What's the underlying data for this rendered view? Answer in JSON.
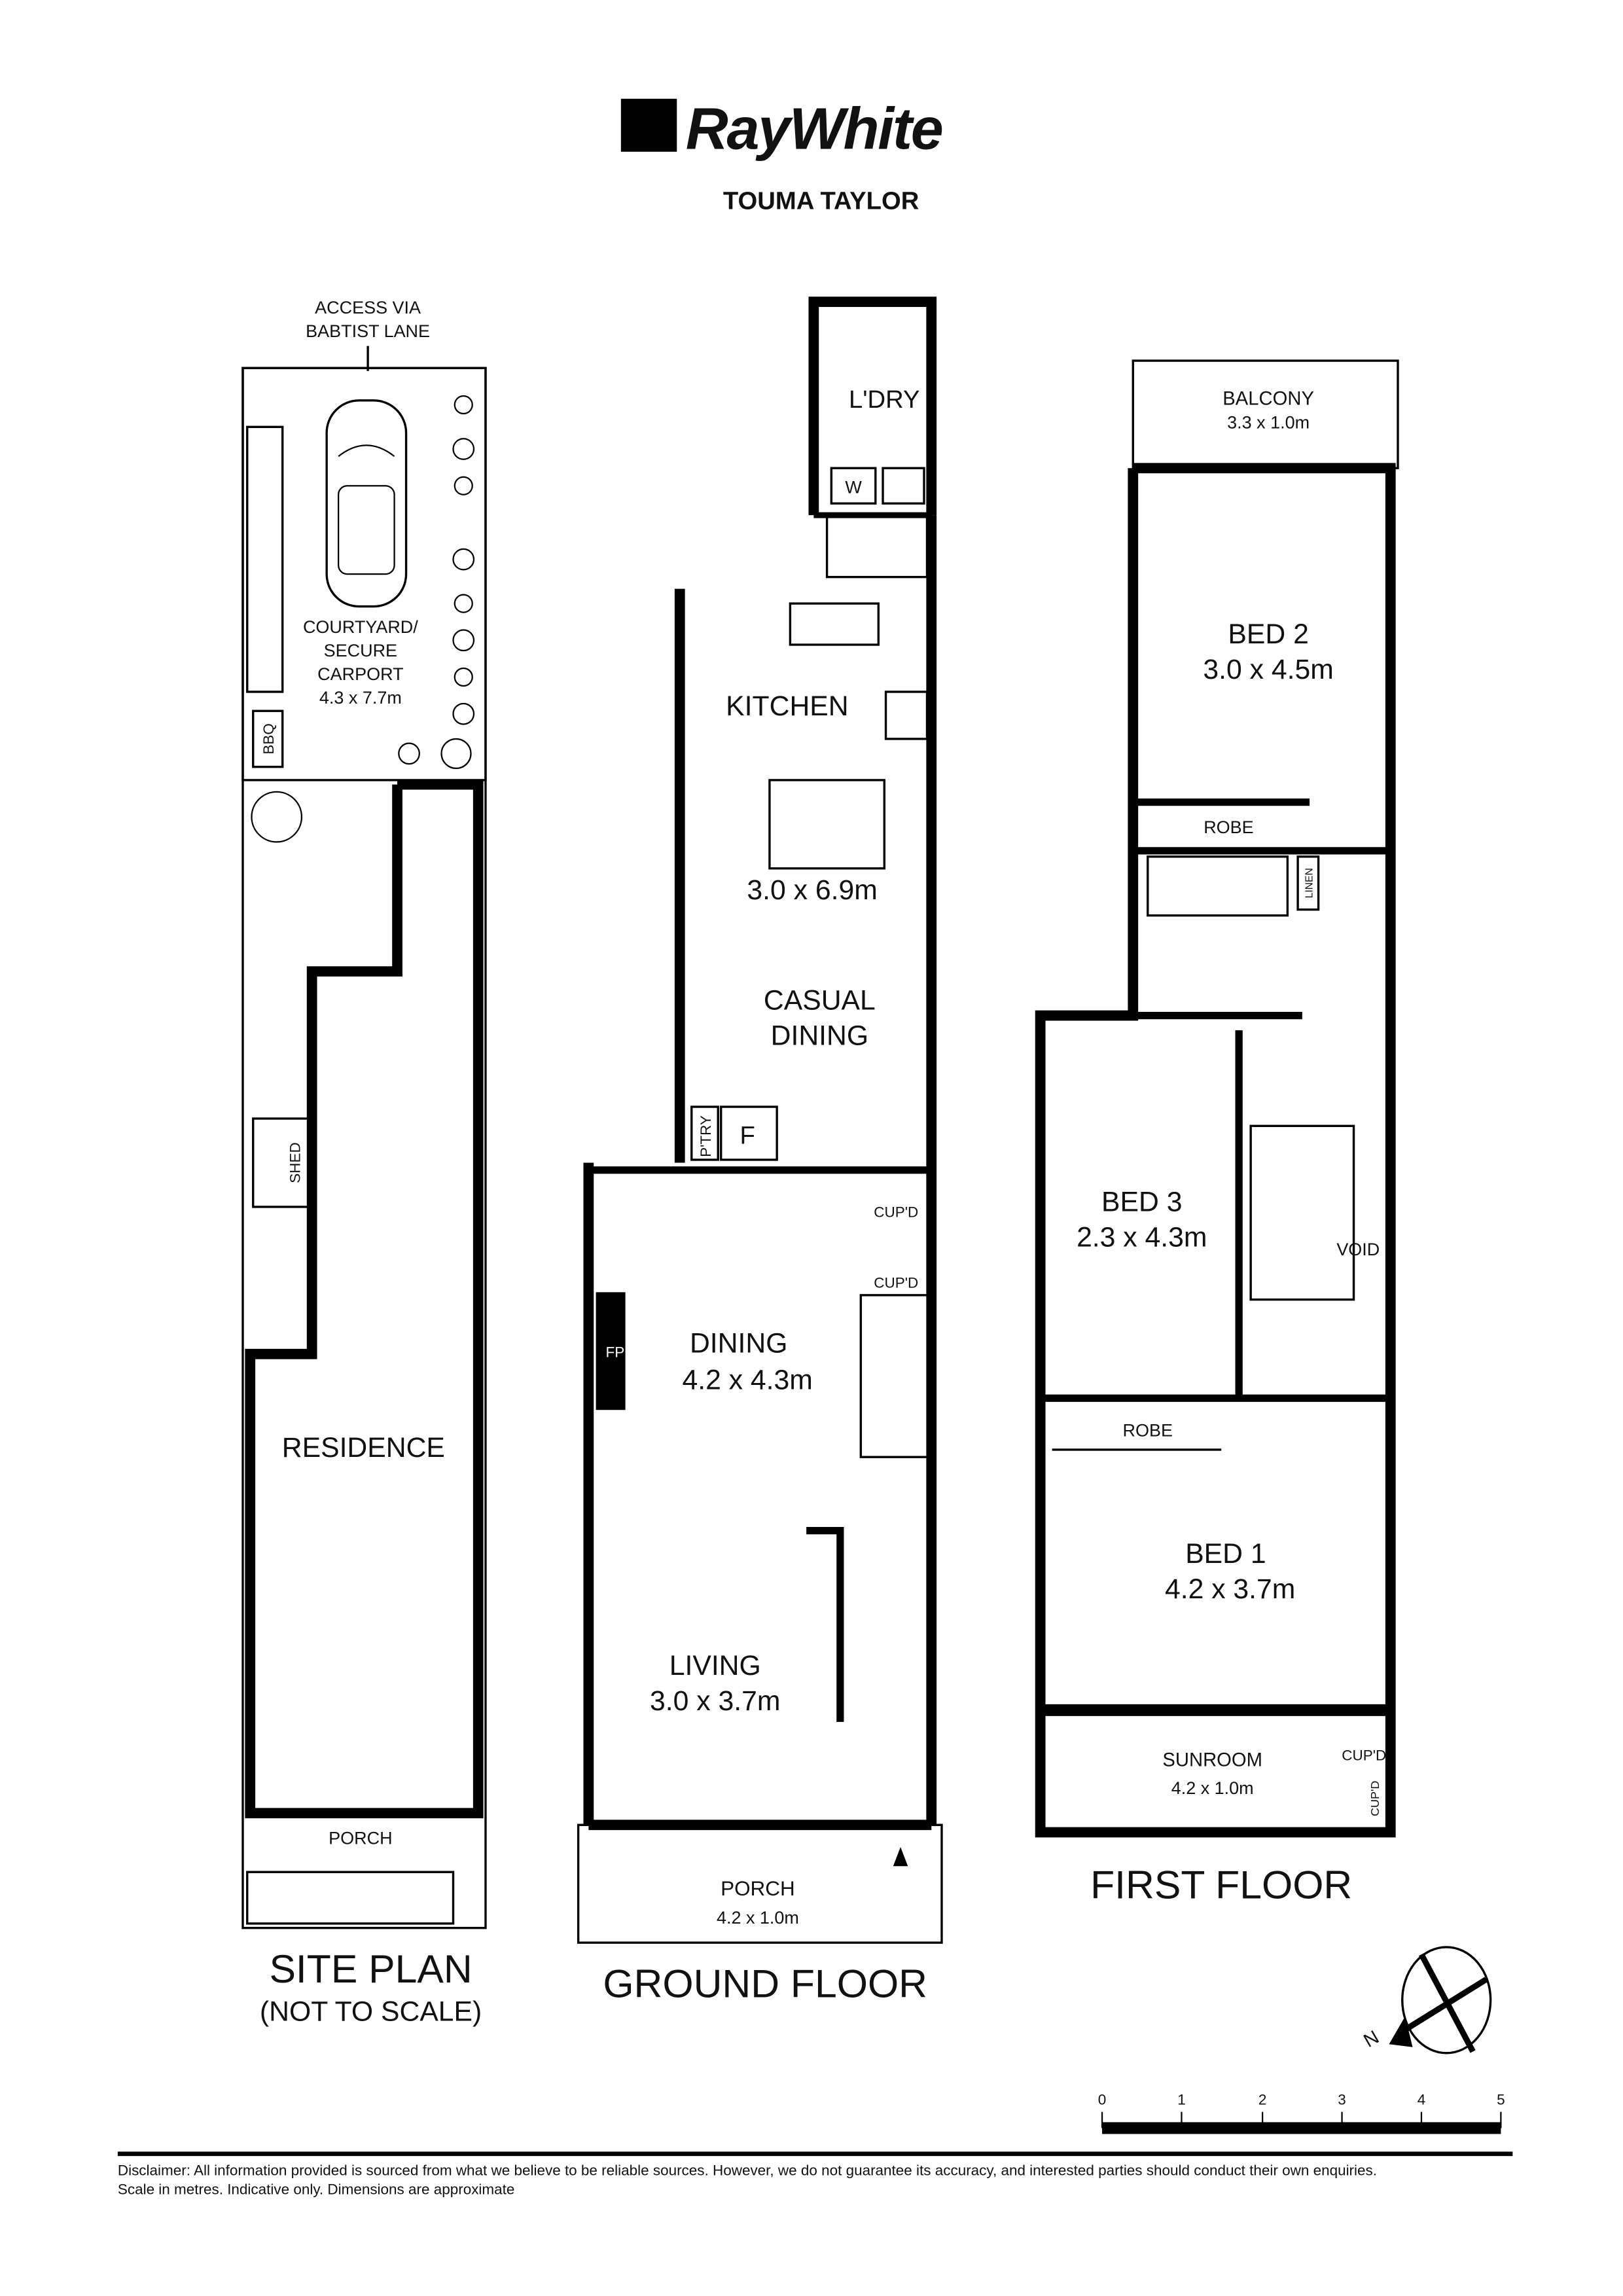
{
  "brand": {
    "name": "RayWhite",
    "office": "TOUMA TAYLOR",
    "brand_color": "#000000"
  },
  "site_plan": {
    "title": "SITE PLAN",
    "subtitle": "(NOT TO SCALE)",
    "access_line1": "ACCESS VIA",
    "access_line2": "BABTIST LANE",
    "courtyard_line1": "COURTYARD/",
    "courtyard_line2": "SECURE",
    "courtyard_line3": "CARPORT",
    "courtyard_dims": "4.3 x 7.7m",
    "bbq": "BBQ",
    "shed": "SHED",
    "residence": "RESIDENCE",
    "porch": "PORCH"
  },
  "ground_floor": {
    "title": "GROUND FLOOR",
    "laundry": "L'DRY",
    "washer": "W",
    "kitchen": "KITCHEN",
    "kitchen_dims": "3.0 x 6.9m",
    "casual_dining_line1": "CASUAL",
    "casual_dining_line2": "DINING",
    "pantry": "P'TRY",
    "fridge": "F",
    "cupboard1": "CUP'D",
    "cupboard2": "CUP'D",
    "fireplace": "FP",
    "dining": "DINING",
    "dining_dims": "4.2 x 4.3m",
    "living": "LIVING",
    "living_dims": "3.0 x 3.7m",
    "porch": "PORCH",
    "porch_dims": "4.2 x 1.0m"
  },
  "first_floor": {
    "title": "FIRST FLOOR",
    "balcony": "BALCONY",
    "balcony_dims": "3.3 x 1.0m",
    "bed2": "BED 2",
    "bed2_dims": "3.0 x 4.5m",
    "robe1": "ROBE",
    "linen": "LINEN",
    "bed3": "BED 3",
    "bed3_dims": "2.3 x 4.3m",
    "void": "VOID",
    "robe2": "ROBE",
    "bed1": "BED 1",
    "bed1_dims": "4.2 x 3.7m",
    "sunroom": "SUNROOM",
    "sunroom_dims": "4.2 x 1.0m",
    "cupboard1": "CUP'D",
    "cupboard2": "CUP'D"
  },
  "compass": {
    "north_label": "N"
  },
  "scale_bar": {
    "ticks": [
      "0",
      "1",
      "2",
      "3",
      "4",
      "5"
    ],
    "unit": "metres"
  },
  "disclaimer": {
    "line1": "Disclaimer: All information provided is sourced from what we believe to be reliable sources. However, we do not guarantee  its accuracy, and interested parties should conduct their own enquiries.",
    "line2": "Scale in metres. Indicative only. Dimensions are approximate"
  }
}
